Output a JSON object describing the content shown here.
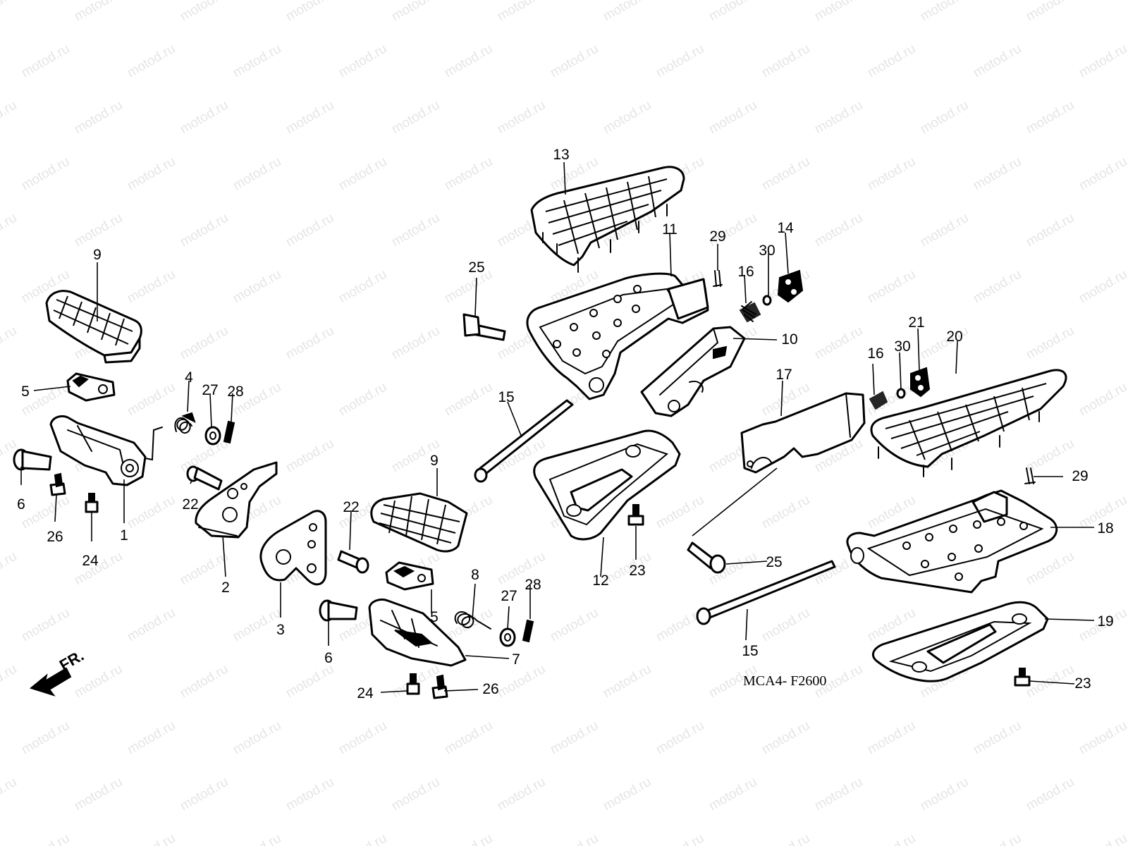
{
  "watermark": {
    "text": "motod.ru"
  },
  "diagram": {
    "code": "MCA4- F2600",
    "direction_label": "FR.",
    "callouts": {
      "c1": "1",
      "c2": "2",
      "c3": "3",
      "c4": "4",
      "c5a": "5",
      "c5b": "5",
      "c6a": "6",
      "c6b": "6",
      "c7": "7",
      "c8": "8",
      "c9a": "9",
      "c9b": "9",
      "c10": "10",
      "c11": "11",
      "c12": "12",
      "c13": "13",
      "c14": "14",
      "c15a": "15",
      "c15b": "15",
      "c16a": "16",
      "c16b": "16",
      "c17": "17",
      "c18": "18",
      "c19": "19",
      "c20": "20",
      "c21": "21",
      "c22a": "22",
      "c22b": "22",
      "c23a": "23",
      "c23b": "23",
      "c24a": "24",
      "c24b": "24",
      "c25a": "25",
      "c25b": "25",
      "c26a": "26",
      "c26b": "26",
      "c27a": "27",
      "c27b": "27",
      "c28a": "28",
      "c28b": "28",
      "c29a": "29",
      "c29b": "29",
      "c30a": "30",
      "c30b": "30"
    }
  }
}
